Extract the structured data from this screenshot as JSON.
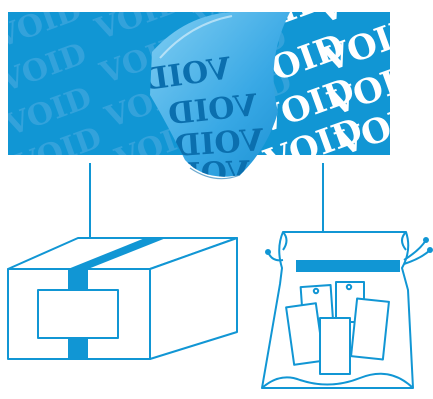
{
  "banner": {
    "watermark_text": "VOID",
    "colors": {
      "banner_blue": "#1196d4",
      "watermark_light": "#5fb4e4",
      "void_white": "#ffffff",
      "peel_blue": "#3aaae6",
      "peel_text": "#0b74b6",
      "line_blue": "#1196d4"
    }
  },
  "illustrations": [
    {
      "id": "carton-box",
      "icon": "sealed-box-icon"
    },
    {
      "id": "security-bag",
      "icon": "tamper-evident-bag-icon"
    }
  ]
}
